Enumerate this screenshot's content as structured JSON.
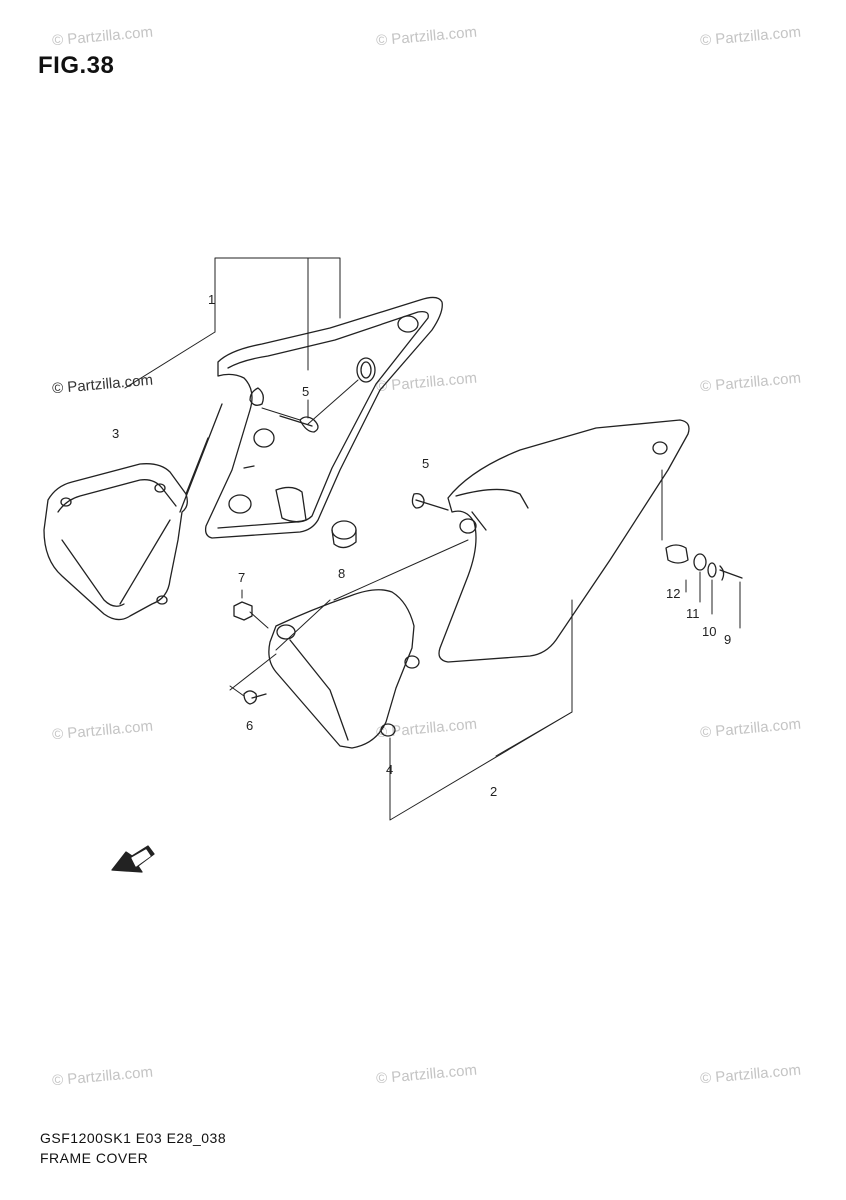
{
  "figure": {
    "title": "FIG.38"
  },
  "watermark": {
    "text": "© Partzilla.com",
    "labeled_text": "© Partzilla.com"
  },
  "callouts": [
    "1",
    "2",
    "3",
    "4",
    "5",
    "5",
    "6",
    "7",
    "8",
    "9",
    "10",
    "11",
    "12"
  ],
  "footer": {
    "model_code": "GSF1200SK1 E03 E28_038",
    "section_name": "FRAME COVER"
  },
  "colors": {
    "line": "#222222",
    "watermark": "#c4c4c4"
  },
  "icons": {
    "front_arrow": "front-direction-arrow-icon"
  }
}
